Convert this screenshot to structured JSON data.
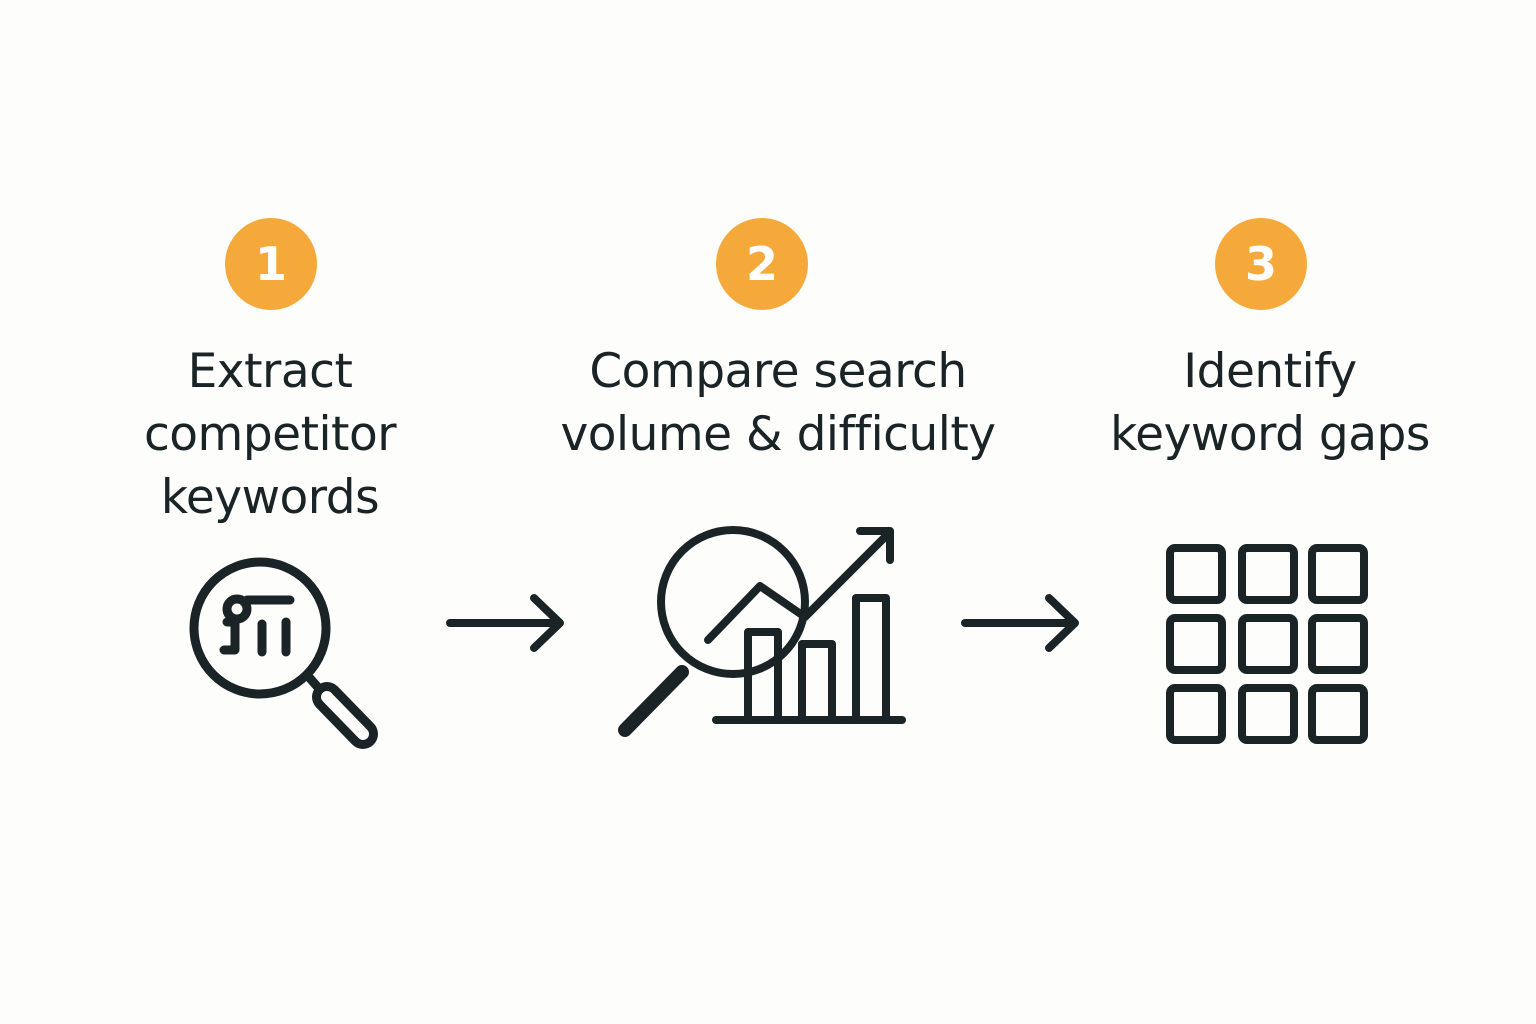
{
  "colors": {
    "accent": "#f5a93b",
    "ink": "#1a2326",
    "background": "#fdfdfb"
  },
  "steps": [
    {
      "number": "1",
      "title_lines": [
        "Extract",
        "competitor",
        "keywords"
      ],
      "icon": "magnifier-chart-icon"
    },
    {
      "number": "2",
      "title_lines": [
        "Compare search",
        "volume & difficulty"
      ],
      "icon": "magnifier-trend-bar-chart-icon"
    },
    {
      "number": "3",
      "title_lines": [
        "Identify",
        "keyword gaps"
      ],
      "icon": "grid-icon"
    }
  ],
  "connectors": [
    "arrow-right-icon",
    "arrow-right-icon"
  ]
}
